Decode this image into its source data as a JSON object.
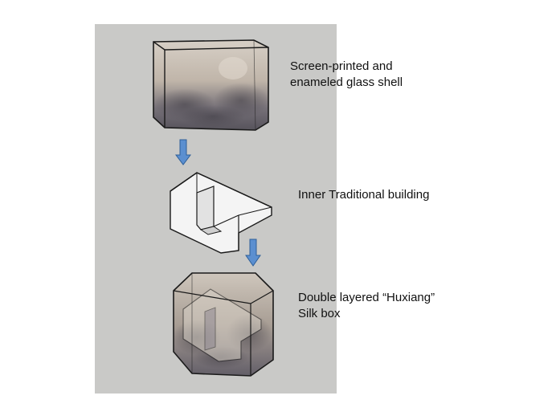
{
  "labels": {
    "glass_shell": [
      "Screen-printed and",
      "enameled glass shell"
    ],
    "inner_building": "Inner Traditional  building",
    "silk_box": [
      "Double layered  “Huxiang”",
      "Silk box"
    ]
  },
  "colors": {
    "panel_background": "#c9c9c7",
    "arrow_fill": "#5b8fd0",
    "arrow_stroke": "#2e5f99",
    "box_edge": "#1a1a1a",
    "building_face": "#f4f4f4"
  },
  "icons": [
    "down-arrow-icon",
    "down-arrow-icon"
  ]
}
